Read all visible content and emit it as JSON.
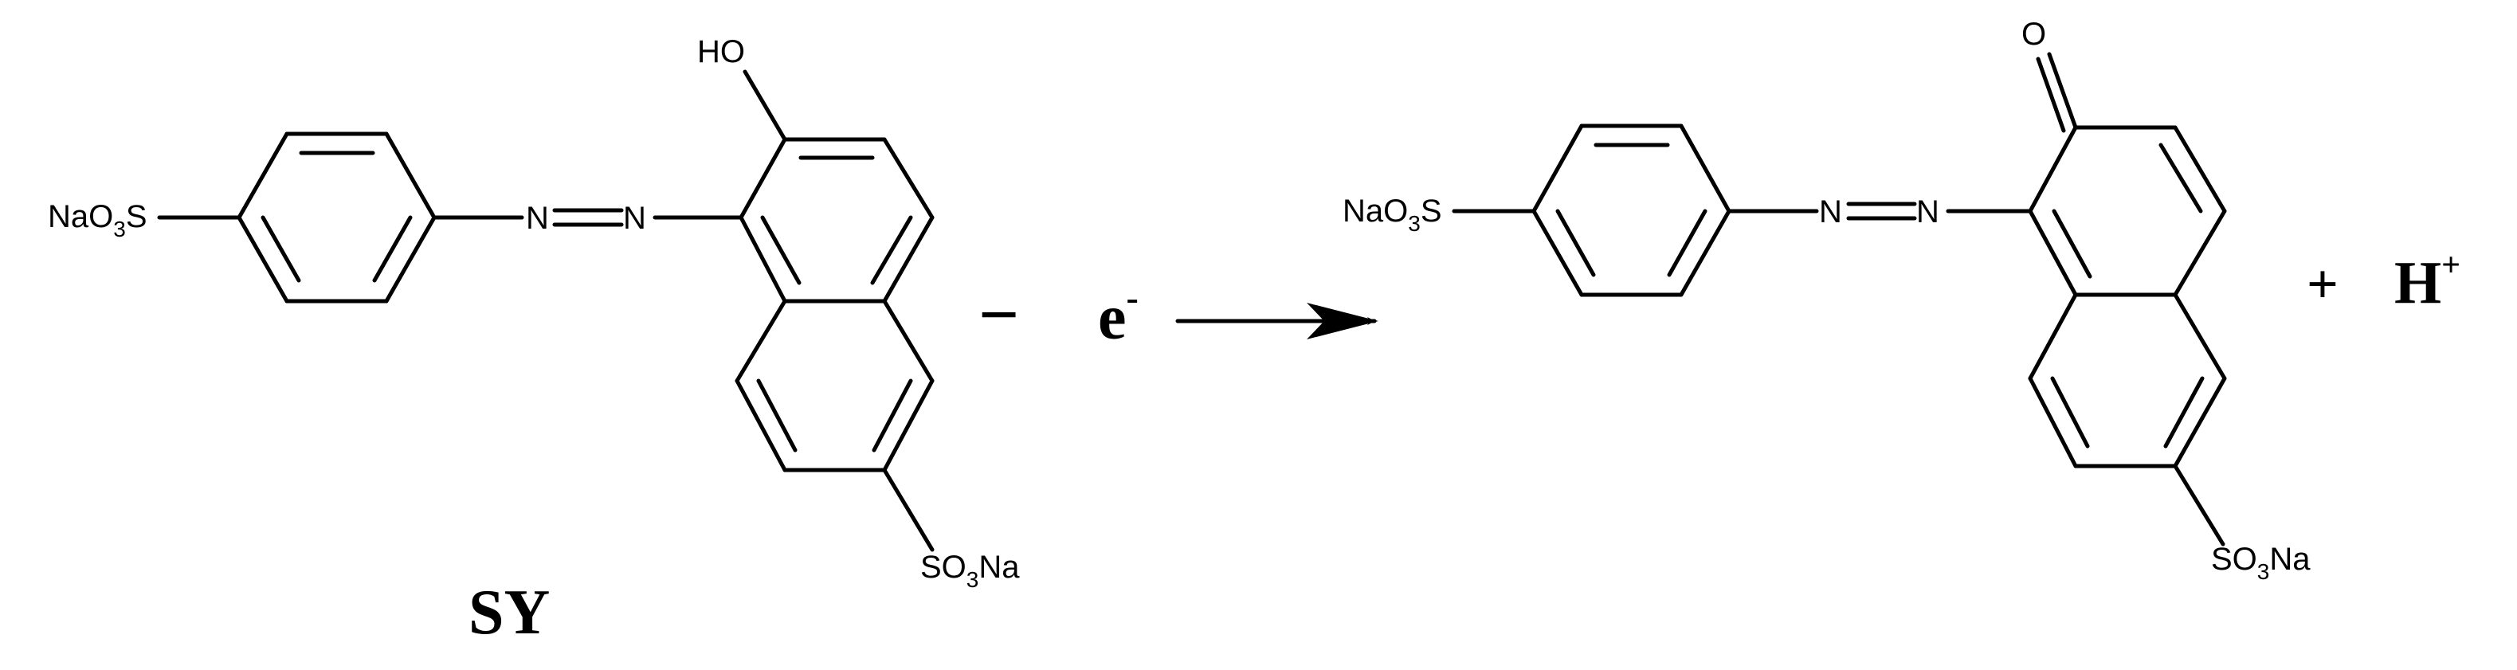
{
  "reactant": {
    "substituent_left": "NaO",
    "substituent_left_sub": "3",
    "substituent_left_end": "S",
    "azo_n1": "N",
    "azo_n2": "N",
    "hydroxy": "HO",
    "sulfonate_bottom": "SO",
    "sulfonate_bottom_sub": "3",
    "sulfonate_bottom_end": "Na",
    "name": "SY"
  },
  "operator_minus": "−",
  "electron": "e",
  "electron_sup": "-",
  "product": {
    "substituent_left": "NaO",
    "substituent_left_sub": "3",
    "substituent_left_end": "S",
    "azo_n1": "N",
    "azo_n2": "N",
    "carbonyl_o": "O",
    "sulfonate_bottom": "SO",
    "sulfonate_bottom_sub": "3",
    "sulfonate_bottom_end": "Na"
  },
  "operator_plus": "+",
  "proton": "H",
  "proton_sup": "+"
}
